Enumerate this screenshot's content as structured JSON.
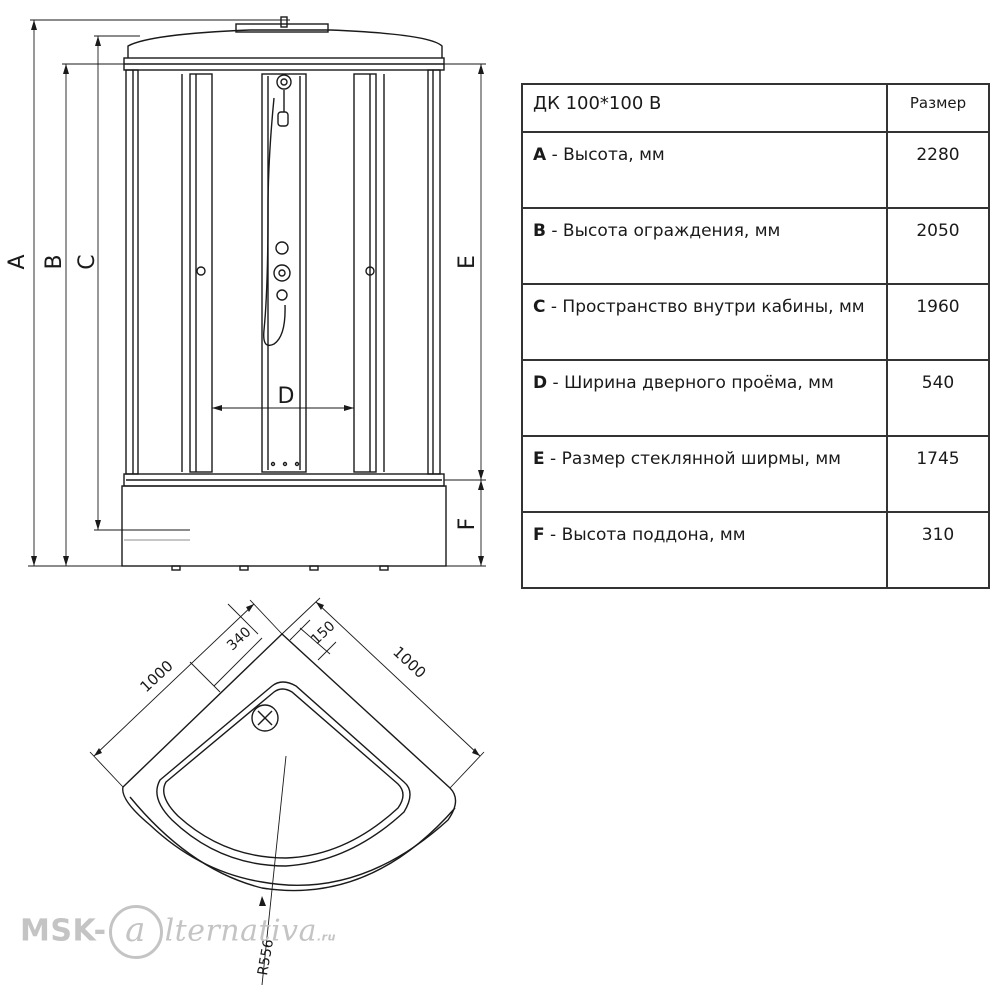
{
  "table": {
    "model": "ДК   100*100 В",
    "size_header": "Размер",
    "rows": [
      {
        "key": "A",
        "label": " - Высота, мм",
        "value": "2280"
      },
      {
        "key": "B",
        "label": " - Высота ограждения, мм",
        "value": "2050"
      },
      {
        "key": "C",
        "label": " - Пространство внутри кабины, мм",
        "value": "1960"
      },
      {
        "key": "D",
        "label": " - Ширина дверного проёма, мм",
        "value": "540"
      },
      {
        "key": "E",
        "label": " - Размер стеклянной ширмы, мм",
        "value": "1745"
      },
      {
        "key": "F",
        "label": " - Высота поддона, мм",
        "value": "310"
      }
    ]
  },
  "front_view": {
    "labels": {
      "a": "A",
      "b": "B",
      "c": "C",
      "d": "D",
      "e": "E",
      "f": "F"
    }
  },
  "plan_view": {
    "width_left": "1000",
    "width_right": "1000",
    "door_offset": "340",
    "wall_offset": "150",
    "radius": "R556"
  },
  "watermark": {
    "prefix": "MSK-",
    "at": "a",
    "rest": "lternativa",
    "suffix": ".ru"
  },
  "colors": {
    "line": "#1a1a1a",
    "watermark": "#c4c4c4"
  }
}
